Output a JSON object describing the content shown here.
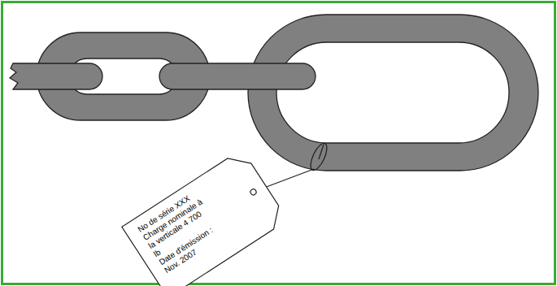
{
  "diagram": {
    "nodes": [
      {
        "text": [
          "No de série XXX",
          "Charge nominale à la verticale 4 700 lb",
          "Date d'émission : Nov. 2007"
        ]
      }
    ]
  }
}
